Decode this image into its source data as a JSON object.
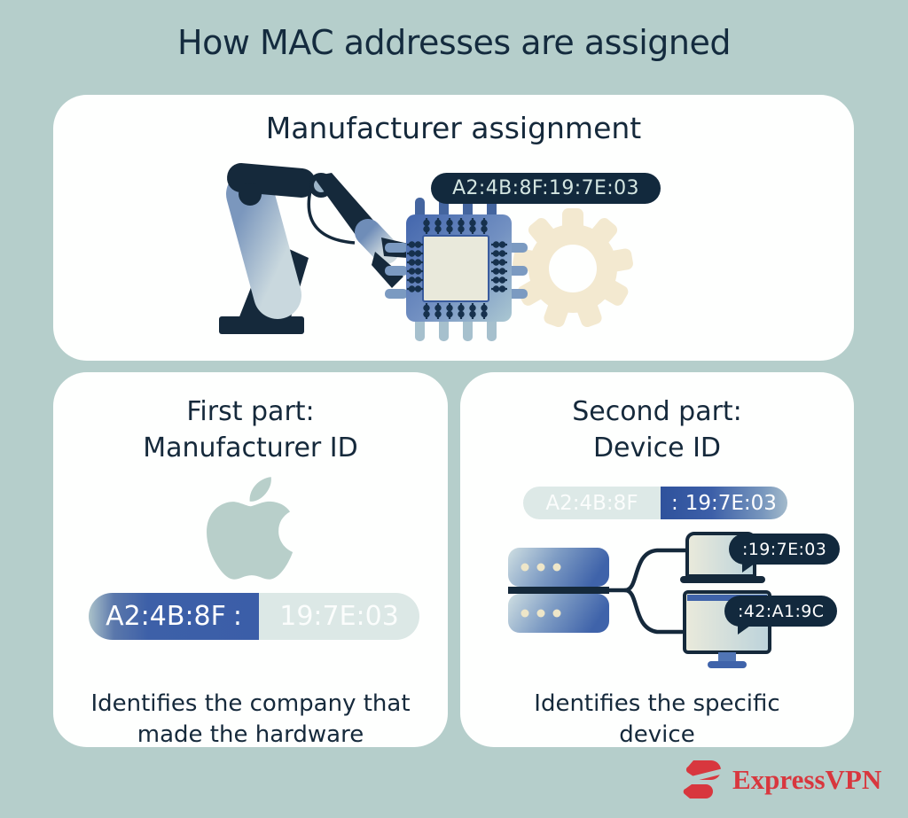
{
  "page": {
    "title": "How MAC addresses are assigned"
  },
  "colors": {
    "background": "#b5cecb",
    "card": "#fefffe",
    "navy_text": "#15293b",
    "pill_navy": "#12293d",
    "pill_navy_text": "#d3e5e1",
    "accent_blue": "#3c5fa8",
    "pale_segment": "#dce8e6",
    "cream": "#f3e9d0",
    "apple_teal": "#b8cfca",
    "brand_red": "#d8373e"
  },
  "top_card": {
    "heading": "Manufacturer assignment",
    "mac_pill": "A2:4B:8F:19:7E:03",
    "icons": [
      "robot-arm-icon",
      "microchip-icon",
      "gear-icon"
    ]
  },
  "left_card": {
    "heading_line1": "First part:",
    "heading_line2": "Manufacturer ID",
    "icon": "apple-logo-icon",
    "pill": {
      "highlight": "A2:4B:8F",
      "separator": ":",
      "faded": "19:7E:03"
    },
    "caption_line1": "Identifies the company that",
    "caption_line2": "made the hardware"
  },
  "right_card": {
    "heading_line1": "Second part:",
    "heading_line2": "Device ID",
    "icon": "server-devices-icon",
    "pill": {
      "faded": "A2:4B:8F",
      "separator": ":",
      "highlight": "19:7E:03"
    },
    "bubbles": [
      {
        "label": ":19:7E:03"
      },
      {
        "label": ":42:A1:9C"
      }
    ],
    "caption_line1": "Identifies the specific",
    "caption_line2": "device"
  },
  "footer": {
    "brand": "ExpressVPN",
    "icon": "expressvpn-logo-icon"
  }
}
